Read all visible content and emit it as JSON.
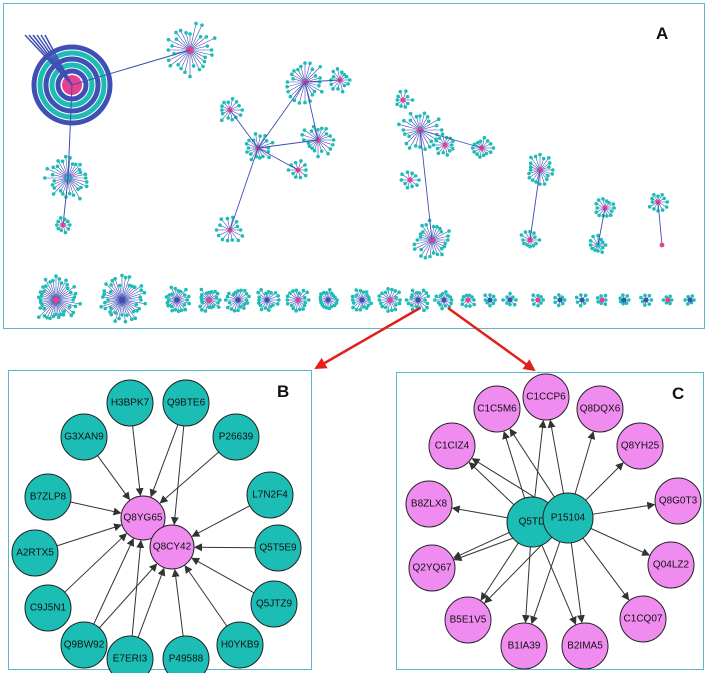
{
  "panels": {
    "a": {
      "letter": "A"
    },
    "b": {
      "letter": "B"
    },
    "c": {
      "letter": "C"
    }
  },
  "colors": {
    "panel_border": "#5bb8c8",
    "node_teal": "#1bbdb5",
    "node_pink": "#f08cf0",
    "hub_pink": "#e8408c",
    "edge_blue": "#3f4fb4",
    "arrow_red": "#e0201a",
    "edge_dark": "#333333"
  },
  "network_b": {
    "hubs": [
      "Q8YG65",
      "Q8CY42"
    ],
    "nodes": [
      "H3BPK7",
      "Q9BTE6",
      "P26639",
      "G3XAN9",
      "L7N2F4",
      "B7ZLP8",
      "Q5T5E9",
      "A2RTX5",
      "Q5JTZ9",
      "C9J5N1",
      "H0YKB9",
      "Q9BW92",
      "E7ERI3",
      "P49588"
    ]
  },
  "network_c": {
    "hubs": [
      "Q5TD",
      "P15104"
    ],
    "nodes": [
      "C1CCP6",
      "C1C5M6",
      "Q8DQX6",
      "C1CIZ4",
      "Q8YH25",
      "B8ZLX8",
      "Q8G0T3",
      "Q2YQ67",
      "Q04LZ2",
      "B5E1V5",
      "C1CQ07",
      "B1IA39",
      "B2IMA5"
    ]
  }
}
